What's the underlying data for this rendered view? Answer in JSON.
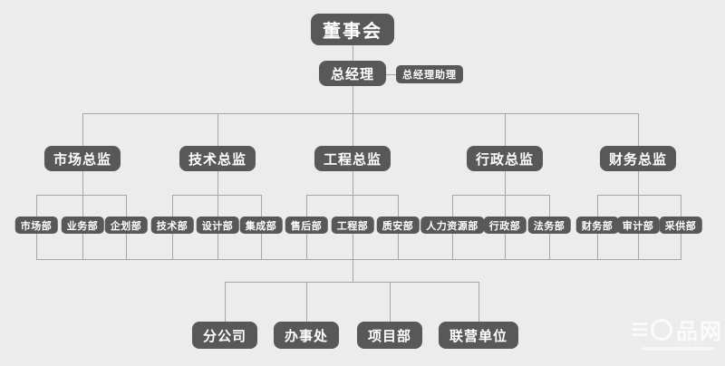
{
  "org": {
    "board": "董事会",
    "general_manager": "总经理",
    "gm_assistant": "总经理助理",
    "directors": [
      {
        "label": "市场总监",
        "departments": [
          "市场部",
          "业务部",
          "企划部"
        ]
      },
      {
        "label": "技术总监",
        "departments": [
          "技术部",
          "设计部",
          "集成部"
        ]
      },
      {
        "label": "工程总监",
        "departments": [
          "售后部",
          "工程部",
          "质安部"
        ]
      },
      {
        "label": "行政总监",
        "departments": [
          "人力资源部",
          "行政部",
          "法务部"
        ]
      },
      {
        "label": "财务总监",
        "departments": [
          "财务部",
          "审计部",
          "采供部"
        ]
      }
    ],
    "bottom_units": [
      "分公司",
      "办事处",
      "项目部",
      "联营单位"
    ]
  },
  "watermark": {
    "text": "品网"
  },
  "colors": {
    "background": "#ececec",
    "node_fill": "#58585b",
    "node_text": "#ffffff",
    "connector": "#a6a6a6"
  }
}
